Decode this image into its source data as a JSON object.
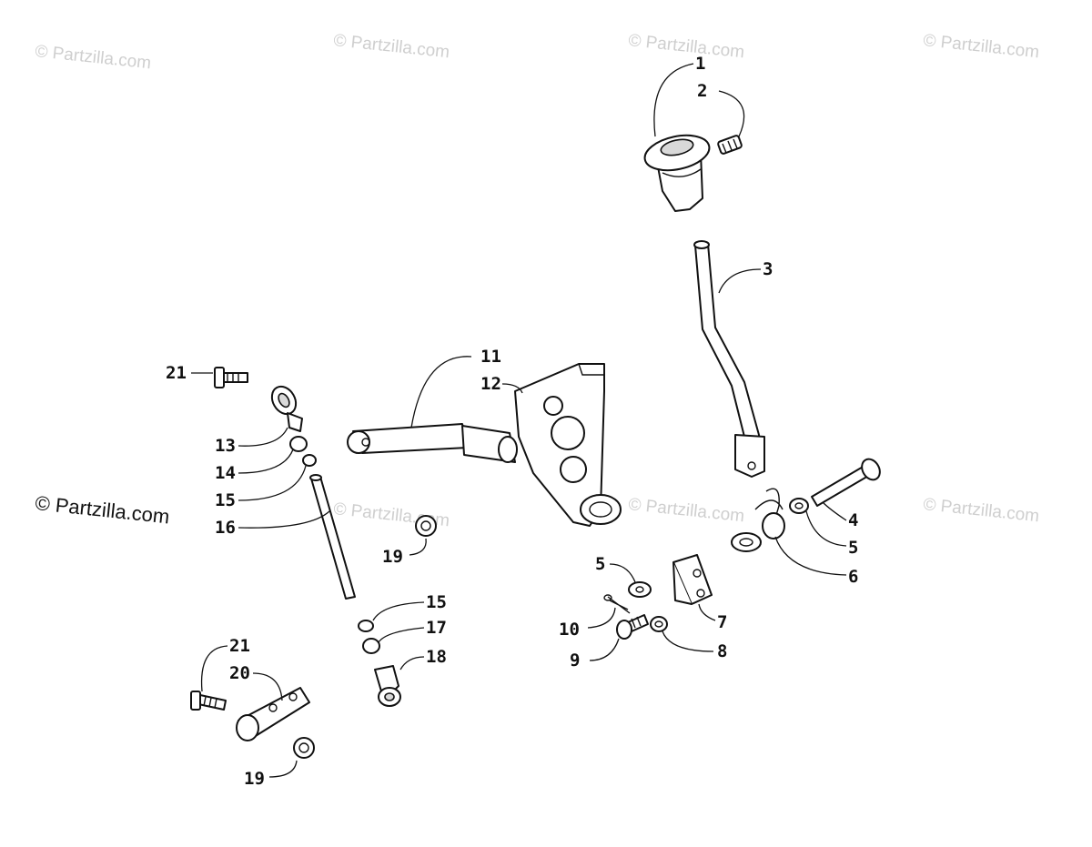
{
  "watermarks": [
    "© Partzilla.com",
    "© Partzilla.com",
    "© Partzilla.com",
    "© Partzilla.com",
    "© Partzilla.com",
    "© Partzilla.com",
    "© Partzilla.com",
    "© Partzilla.com"
  ],
  "callouts": {
    "c1": "1",
    "c2": "2",
    "c3": "3",
    "c4": "4",
    "c5a": "5",
    "c5b": "5",
    "c6": "6",
    "c7": "7",
    "c8": "8",
    "c9": "9",
    "c10": "10",
    "c11": "11",
    "c12": "12",
    "c13": "13",
    "c14": "14",
    "c15a": "15",
    "c15b": "15",
    "c16": "16",
    "c17": "17",
    "c18": "18",
    "c19a": "19",
    "c19b": "19",
    "c20": "20",
    "c21a": "21",
    "c21b": "21"
  }
}
